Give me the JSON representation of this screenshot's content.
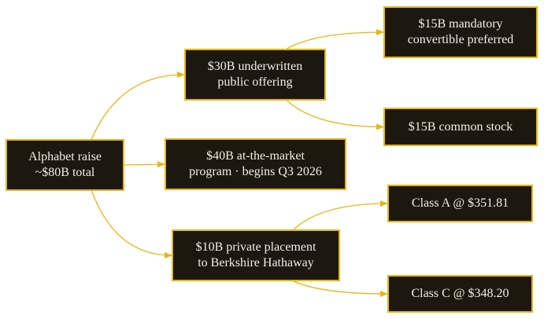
{
  "nodes": {
    "root": "Alphabet raise\n~$80B total",
    "underwritten": "$30B underwritten\npublic offering",
    "atm": "$40B at-the-market\nprogram · begins Q3 2026",
    "placement": "$10B private placement\nto Berkshire Hathaway",
    "convertible": "$15B mandatory\nconvertible preferred",
    "common": "$15B common stock",
    "class_a": "Class A @ $351.81",
    "class_c": "Class C @ $348.20"
  },
  "edges": [
    [
      "root",
      "underwritten"
    ],
    [
      "root",
      "atm"
    ],
    [
      "root",
      "placement"
    ],
    [
      "underwritten",
      "convertible"
    ],
    [
      "underwritten",
      "common"
    ],
    [
      "placement",
      "class_a"
    ],
    [
      "placement",
      "class_c"
    ]
  ],
  "colors": {
    "node_fill": "#1c170f",
    "border": "#e8b514",
    "text": "#f3efe4",
    "edge": "#e8b514"
  }
}
